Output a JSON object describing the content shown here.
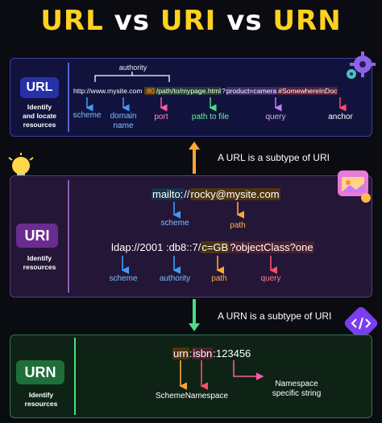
{
  "title": {
    "part1": "URL",
    "vs1": "vs",
    "part2": "URI",
    "vs2": "vs",
    "part3": "URN"
  },
  "url_section": {
    "badge": "URL",
    "description": [
      "Identify",
      "and locate",
      "resources"
    ],
    "authority_label": "authority",
    "example": {
      "scheme": "http://",
      "domain": "www.mysite.com",
      "port": ":80",
      "path": "/path/to/mypage.html",
      "query_prefix": "?",
      "query": "product=camera",
      "anchor": "#SomewhereInDoc"
    },
    "labels": {
      "scheme": "scheme",
      "domain_line1": "domain",
      "domain_line2": "name",
      "port": "port",
      "path": "path to file",
      "query": "query",
      "anchor": "anchor"
    }
  },
  "relation_url_uri": "A URL is a subtype of URI",
  "uri_section": {
    "badge": "URI",
    "description": [
      "Identify",
      "resources"
    ],
    "example1": {
      "scheme": "mailto:",
      "rest1": "//",
      "path": "rocky@mysite.com"
    },
    "example1_labels": {
      "scheme": "scheme",
      "path": "path"
    },
    "example2": {
      "scheme": "ldap",
      "sep": "://",
      "authority": "2001 :db8::7",
      "slash": "/",
      "path": "c=GB",
      "query": "?objectClass?one"
    },
    "example2_labels": {
      "scheme": "scheme",
      "authority": "authority",
      "path": "path",
      "query": "query"
    }
  },
  "relation_urn_uri": "A URN is a subtype of URI",
  "urn_section": {
    "badge": "URN",
    "description": [
      "Identify",
      "resources"
    ],
    "example": {
      "scheme": "urn",
      "sep1": ":",
      "namespace": "isbn",
      "sep2": ":",
      "nss": "123456"
    },
    "labels": {
      "scheme": "Scheme",
      "namespace": "Namespace",
      "nss_line1": "Namespace",
      "nss_line2": "specific string"
    }
  },
  "colors": {
    "title": "#ffd21f",
    "url_panel": "#12133d",
    "uri_panel": "#241637",
    "urn_panel": "#0e2316",
    "scheme": "#3b9cff",
    "orange": "#ffa533",
    "pink": "#ff5aa0",
    "purple": "#c07dff",
    "green": "#4ade80"
  },
  "icons": [
    "gear-icon",
    "lightbulb-icon",
    "browser-window-icon",
    "code-icon"
  ]
}
